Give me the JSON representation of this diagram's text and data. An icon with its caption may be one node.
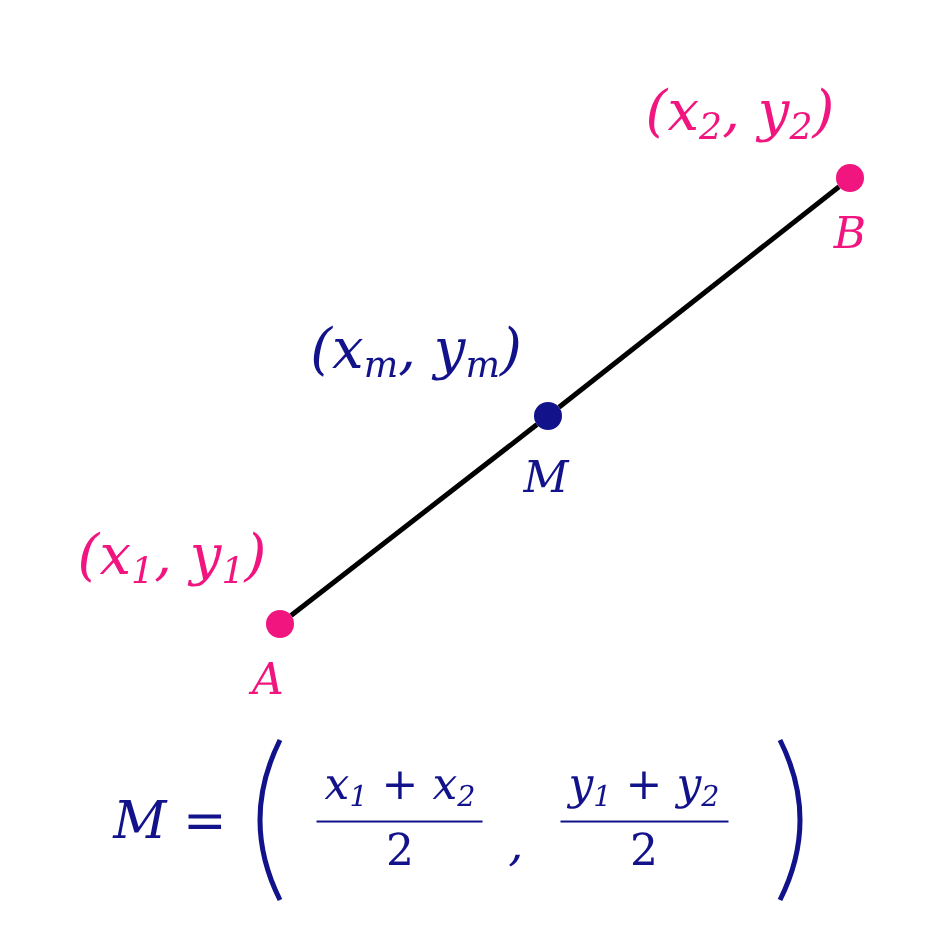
{
  "diagram": {
    "nodes": [
      {
        "text": [],
        "shape": "circle",
        "beside": [
          "(x$_{1}$, y$_{1}$)",
          "A"
        ]
      },
      {
        "text": [],
        "shape": "circle",
        "beside": [
          "(x$_{m}$, y$_{m}$)",
          "M"
        ]
      },
      {
        "text": [],
        "shape": "circle",
        "beside": [
          "(x$_{2}$, y$_{2}$)",
          "B"
        ]
      }
    ],
    "edges": [
      {
        "from": 0,
        "to": 1,
        "arrow": "none"
      },
      {
        "from": 1,
        "to": 2,
        "arrow": "none"
      }
    ],
    "labels": [
      "M =",
      "x$_{1}$ + x$_{2}$",
      "2",
      ",",
      "y$_{1}$ + y$_{2}$",
      "2"
    ]
  }
}
